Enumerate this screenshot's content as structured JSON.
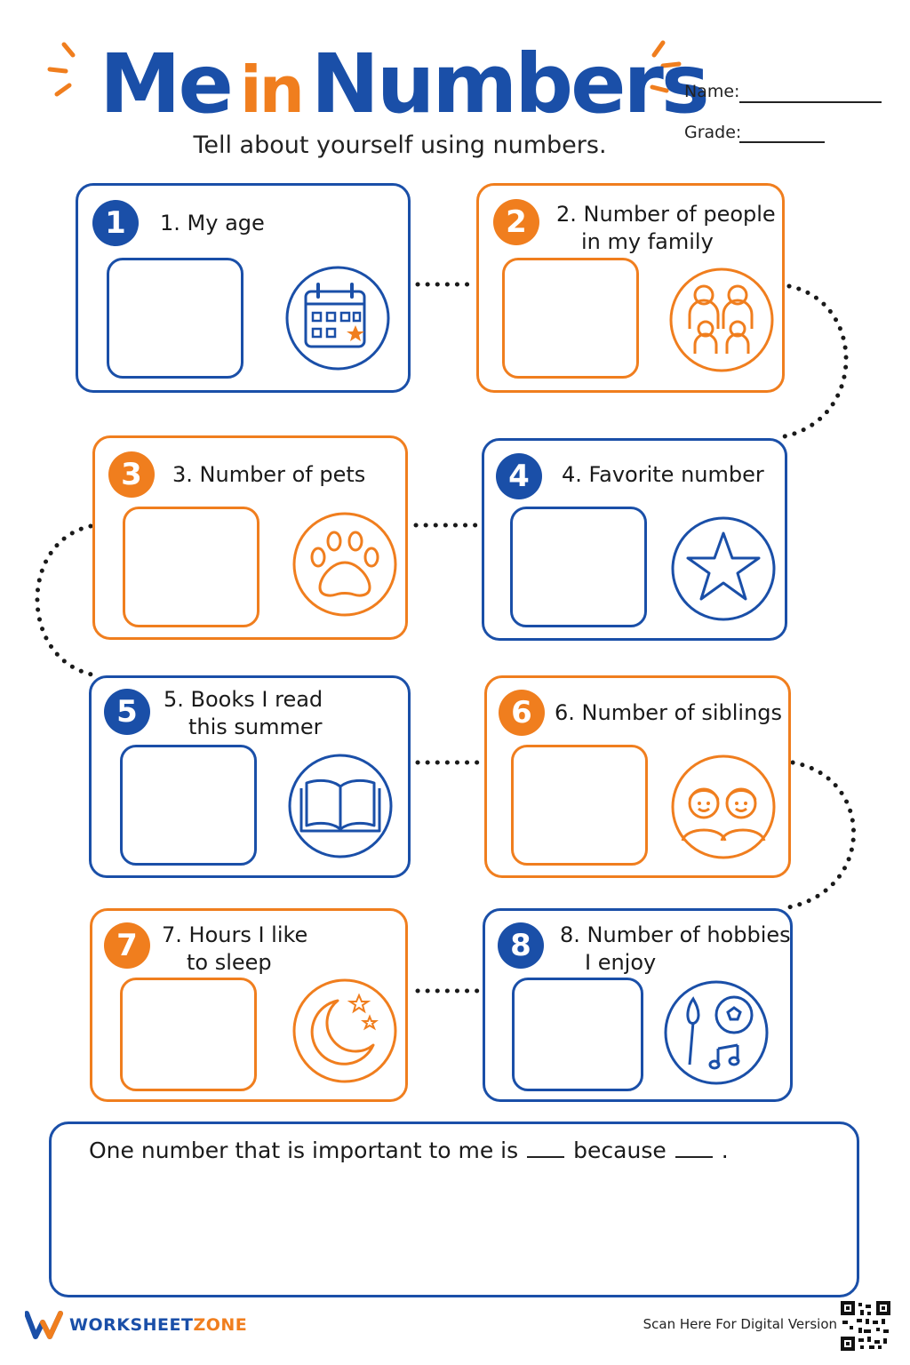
{
  "header": {
    "title_part1": "Me",
    "title_part2": "in",
    "title_part3": "Numbers",
    "subtitle": "Tell about yourself using numbers.",
    "name_label": "Name:",
    "grade_label": "Grade:"
  },
  "cards": [
    {
      "number": "1",
      "line1": "1. My age",
      "line2": "",
      "icon": "calendar-icon",
      "color": "blue"
    },
    {
      "number": "2",
      "line1": "2. Number of people",
      "line2": "in my family",
      "icon": "family-icon",
      "color": "orange"
    },
    {
      "number": "3",
      "line1": "3. Number of pets",
      "line2": "",
      "icon": "paw-icon",
      "color": "orange"
    },
    {
      "number": "4",
      "line1": "4. Favorite number",
      "line2": "",
      "icon": "star-icon",
      "color": "blue"
    },
    {
      "number": "5",
      "line1": "5. Books I read",
      "line2": "this summer",
      "icon": "book-icon",
      "color": "blue"
    },
    {
      "number": "6",
      "line1": "6. Number of siblings",
      "line2": "",
      "icon": "siblings-icon",
      "color": "orange"
    },
    {
      "number": "7",
      "line1": "7. Hours I like",
      "line2": "to sleep",
      "icon": "moon-icon",
      "color": "orange"
    },
    {
      "number": "8",
      "line1": "8. Number of hobbies",
      "line2": "I enjoy",
      "icon": "hobbies-icon",
      "color": "blue"
    }
  ],
  "prompt": {
    "part1": "One number that is important to me is",
    "part2": "because",
    "part3": "."
  },
  "footer": {
    "brand_part1": "WORKSHEET",
    "brand_part2": "ZONE",
    "scan_text": "Scan Here For Digital Version"
  },
  "colors": {
    "blue": "#1a4fa8",
    "orange": "#f07e1e"
  }
}
